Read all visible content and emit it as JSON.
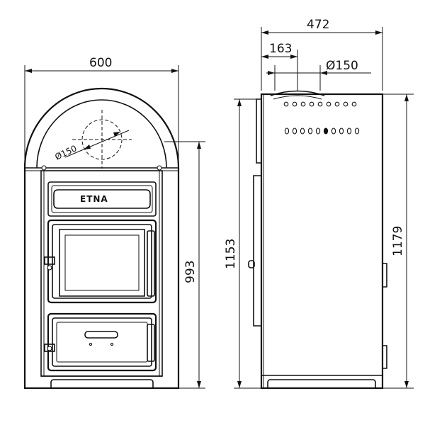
{
  "drawing": {
    "front_view": {
      "brand_plate": "ETNA",
      "dimensions": {
        "width": "600",
        "height": "993",
        "flue_diameter": "Ø150"
      }
    },
    "side_view": {
      "dimensions": {
        "depth": "472",
        "flue_offset": "163",
        "flue_diameter": "Ø150",
        "height_front": "1153",
        "height_rear": "1179"
      }
    }
  }
}
